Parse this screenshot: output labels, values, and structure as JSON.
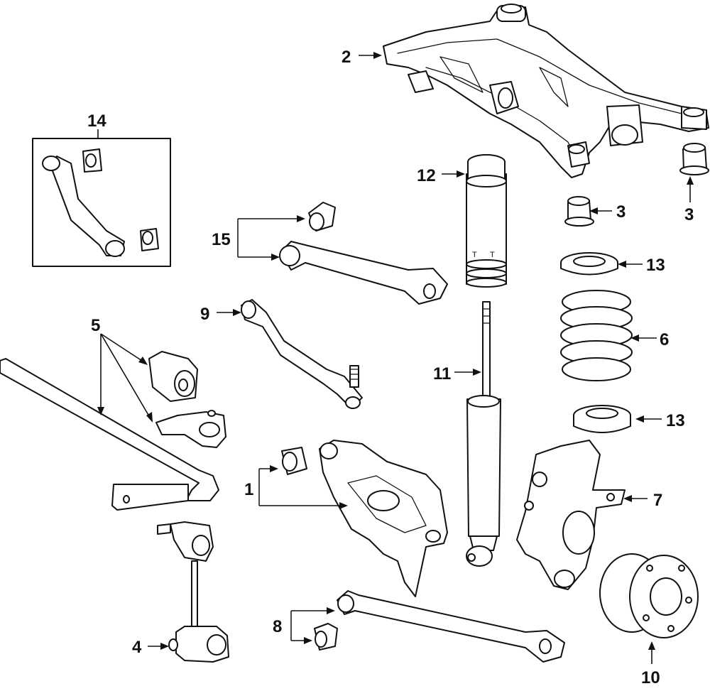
{
  "callouts": {
    "c1": "1",
    "c2": "2",
    "c3a": "3",
    "c3b": "3",
    "c4": "4",
    "c5": "5",
    "c6": "6",
    "c7": "7",
    "c8": "8",
    "c9": "9",
    "c10": "10",
    "c11": "11",
    "c12": "12",
    "c13a": "13",
    "c13b": "13",
    "c14": "14",
    "c15": "15"
  }
}
